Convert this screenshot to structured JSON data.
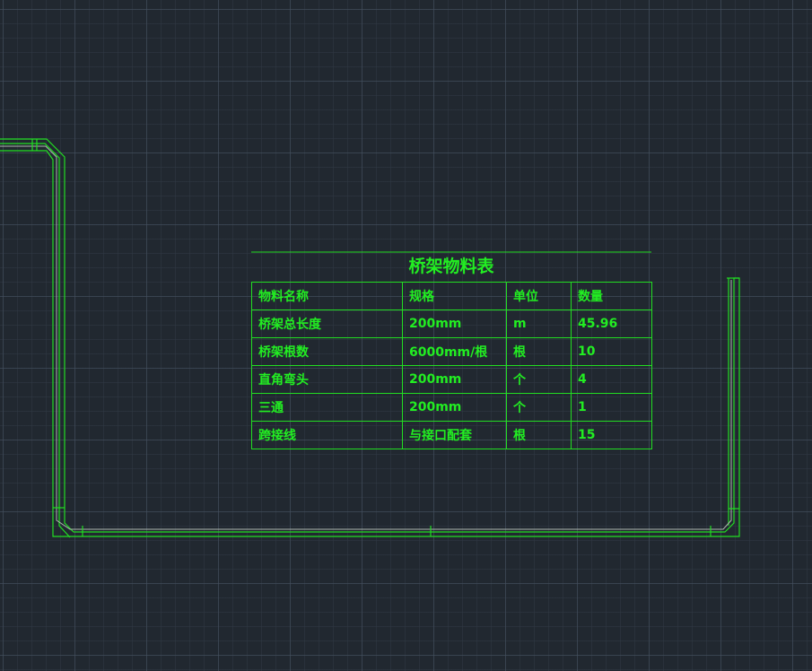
{
  "table": {
    "title": "桥架物料表",
    "headers": [
      "物料名称",
      "规格",
      "单位",
      "数量"
    ],
    "rows": [
      [
        "桥架总长度",
        "200mm",
        "m",
        "45.96"
      ],
      [
        "桥架根数",
        "6000mm/根",
        "根",
        "10"
      ],
      [
        "直角弯头",
        "200mm",
        "个",
        "4"
      ],
      [
        "三通",
        "200mm",
        "个",
        "1"
      ],
      [
        "跨接线",
        "与接口配套",
        "根",
        "15"
      ]
    ]
  },
  "colors": {
    "background": "#212830",
    "grid_major": "#465260",
    "grid_minor": "#303944",
    "cad_line_primary": "#22ee22",
    "cad_line_secondary": "#b0b8b0"
  }
}
